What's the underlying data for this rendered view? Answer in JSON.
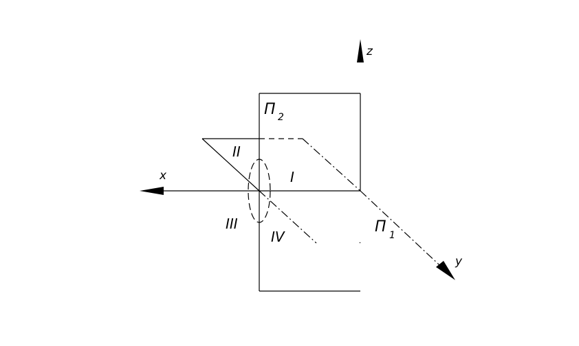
{
  "diagram": {
    "labels": {
      "z_axis": "z",
      "x_axis": "x",
      "y_axis": "y",
      "plane_p2": "П",
      "plane_p2_sub": "2",
      "plane_p1": "П",
      "plane_p1_sub": "1",
      "quadrant_1": "I",
      "quadrant_2": "II",
      "quadrant_3": "III",
      "quadrant_4": "IV"
    },
    "colors": {
      "line": "#000000",
      "background": "#ffffff"
    }
  }
}
